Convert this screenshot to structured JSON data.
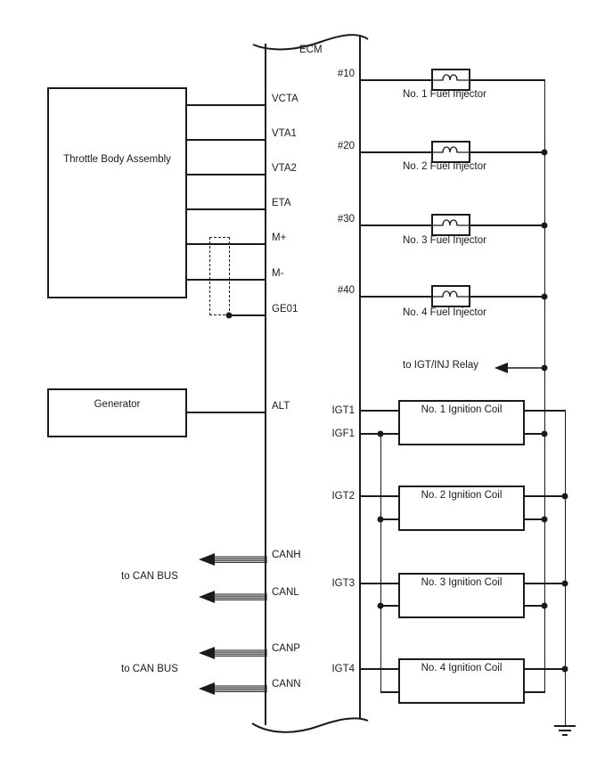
{
  "ecm": {
    "label": "ECM"
  },
  "throttle_body": {
    "label": "Throttle Body Assembly"
  },
  "generator": {
    "label": "Generator"
  },
  "pins": {
    "left": [
      "VCTA",
      "VTA1",
      "VTA2",
      "ETA",
      "M+",
      "M-",
      "GE01",
      "ALT",
      "CANH",
      "CANL",
      "CANP",
      "CANN"
    ],
    "injector": [
      "#10",
      "#20",
      "#30",
      "#40"
    ],
    "ignition": [
      "IGT1",
      "IGF1",
      "IGT2",
      "IGT3",
      "IGT4"
    ]
  },
  "components": {
    "injectors": [
      "No. 1 Fuel Injector",
      "No. 2 Fuel Injector",
      "No. 3 Fuel Injector",
      "No. 4 Fuel Injector"
    ],
    "coils": [
      "No. 1 Ignition Coil",
      "No. 2 Ignition Coil",
      "No. 3 Ignition Coil",
      "No. 4 Ignition Coil"
    ]
  },
  "annotations": {
    "can_bus_1": "to CAN BUS",
    "can_bus_2": "to CAN BUS",
    "relay": "to IGT/INJ Relay"
  },
  "colors": {
    "line": "#1a1a1a",
    "background": "#ffffff"
  }
}
